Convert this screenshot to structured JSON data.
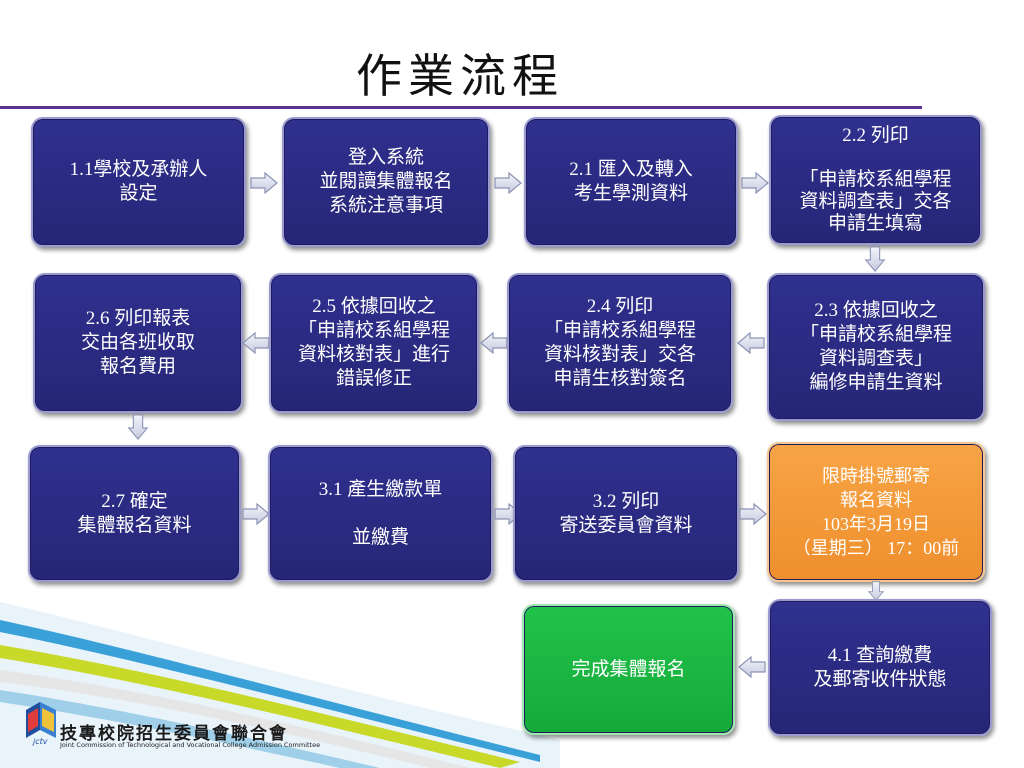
{
  "title": "作業流程",
  "boxes": {
    "b1": "1.1學校及承辦人\n設定",
    "b2": "登入系統\n並閱讀集體報名\n系統注意事項",
    "b3": "2.1 匯入及轉入\n考生學測資料",
    "b4": "2.2 列印\n\n「申請校系組學程\n資料調查表」交各\n申請生填寫",
    "b5": "2.3 依據回收之\n「申請校系組學程\n資料調查表」\n編修申請生資料",
    "b6": "2.4 列印\n「申請校系組學程\n資料核對表」交各\n申請生核對簽名",
    "b7": "2.5 依據回收之\n「申請校系組學程\n資料核對表」進行\n錯誤修正",
    "b8": "2.6 列印報表\n交由各班收取\n報名費用",
    "b9": "2.7 確定\n集體報名資料",
    "b10": "3.1 產生繳款單\n\n並繳費",
    "b11": "3.2 列印\n寄送委員會資料",
    "b12": "限時掛號郵寄\n報名資料\n103年3月19日\n（星期三） 17：00前",
    "b13": "4.1 查詢繳費\n及郵寄收件狀態",
    "b14": "完成集體報名"
  },
  "logo": {
    "name": "技專校院招生委員會聯合會",
    "english": "Joint Commission of Technological and Vocational College Admission Committee"
  },
  "colors": {
    "box": "#2b2b86",
    "box_border": "#9a9ad0",
    "orange": "#f39a3a",
    "green": "#1cb944",
    "rule": "#5a3390",
    "arrow_fill": "#d8dcec",
    "arrow_stroke": "#8c93b4"
  },
  "icons": {
    "arrow": "block-arrow-icon",
    "logo": "books-logo-icon"
  }
}
